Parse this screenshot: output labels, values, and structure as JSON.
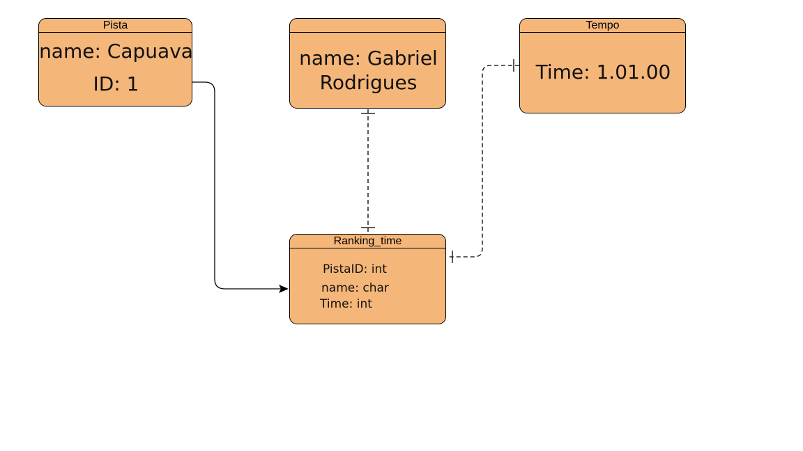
{
  "entities": {
    "pista": {
      "title": "Pista",
      "line1": "name: Capuava",
      "line2": "ID: 1"
    },
    "person": {
      "title": "",
      "line1": "name: Gabriel",
      "line2": "Rodrigues"
    },
    "tempo": {
      "title": "Tempo",
      "line1": "Time: 1.01.00"
    },
    "ranking": {
      "title": "Ranking_time",
      "field1": "PistaID: int",
      "field2": "name: char",
      "field3": "Time: int"
    }
  },
  "colors": {
    "entity_fill": "#F5B679",
    "stroke": "#000000"
  }
}
